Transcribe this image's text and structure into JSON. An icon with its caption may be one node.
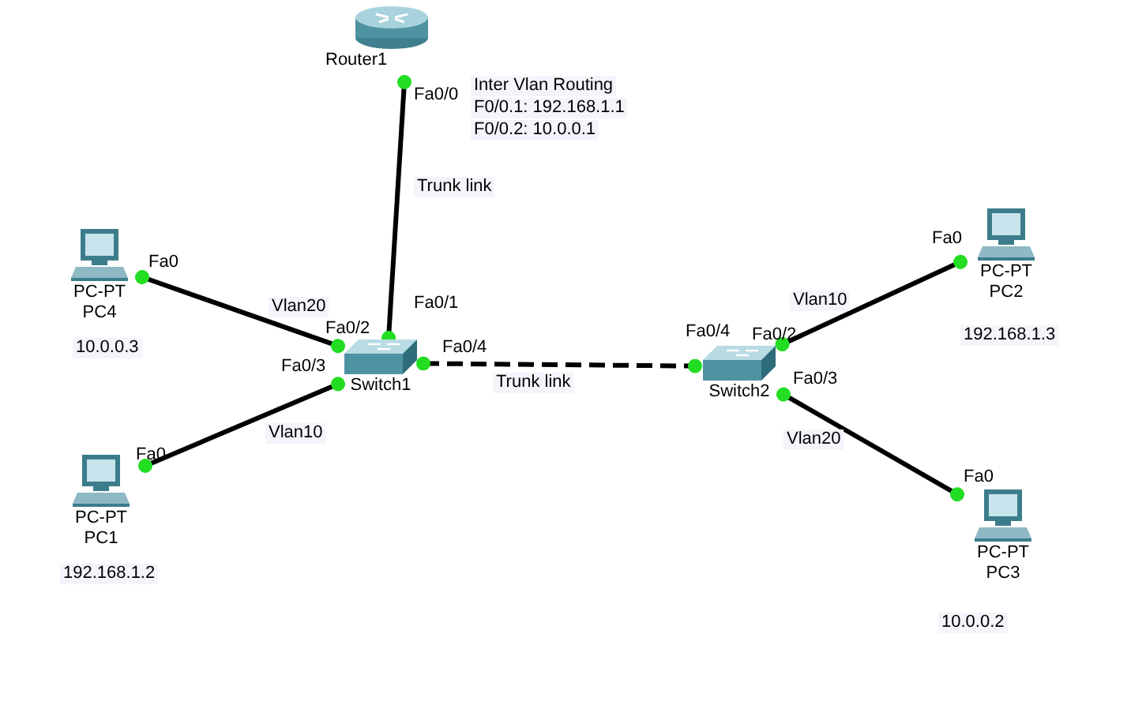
{
  "diagram": {
    "nodes": [
      {
        "text": [
          "Router1"
        ]
      },
      {
        "text": [
          "PC-PT",
          "PC4"
        ],
        "beside": [
          "10.0.0.3"
        ]
      },
      {
        "text": [
          "Switch1"
        ]
      },
      {
        "text": [
          "PC-PT",
          "PC1"
        ],
        "beside": [
          "192.168.1.2"
        ]
      },
      {
        "text": [
          "Switch2"
        ]
      },
      {
        "text": [
          "PC-PT",
          "PC2"
        ],
        "beside": [
          "192.168.1.3"
        ]
      },
      {
        "text": [
          "PC-PT",
          "PC3"
        ],
        "beside": [
          "10.0.0.2"
        ]
      }
    ],
    "edges": [
      {
        "from": 0,
        "to": 2,
        "arrow": "other",
        "label": "Trunk link"
      },
      {
        "from": 1,
        "to": 2,
        "arrow": "other",
        "label": "Vlan20"
      },
      {
        "from": 3,
        "to": 2,
        "arrow": "other",
        "label": "Vlan10"
      },
      {
        "from": 2,
        "to": 4,
        "arrow": "other",
        "label": "Trunk link",
        "style": "dashed"
      },
      {
        "from": 4,
        "to": 5,
        "arrow": "other",
        "label": "Vlan10"
      },
      {
        "from": 4,
        "to": 6,
        "arrow": "other",
        "label": "Vlan20"
      }
    ],
    "labels": [
      "Fa0/0",
      "Inter Vlan Routing",
      "F0/0.1: 192.168.1.1",
      "F0/0.2: 10.0.0.1",
      "Fa0",
      "Fa0",
      "Fa0/1",
      "Fa0/2",
      "Fa0/4",
      "Fa0/3",
      "Fa0/4",
      "Fa0/2",
      "Fa0/3",
      "Fa0",
      "Fa0"
    ]
  }
}
